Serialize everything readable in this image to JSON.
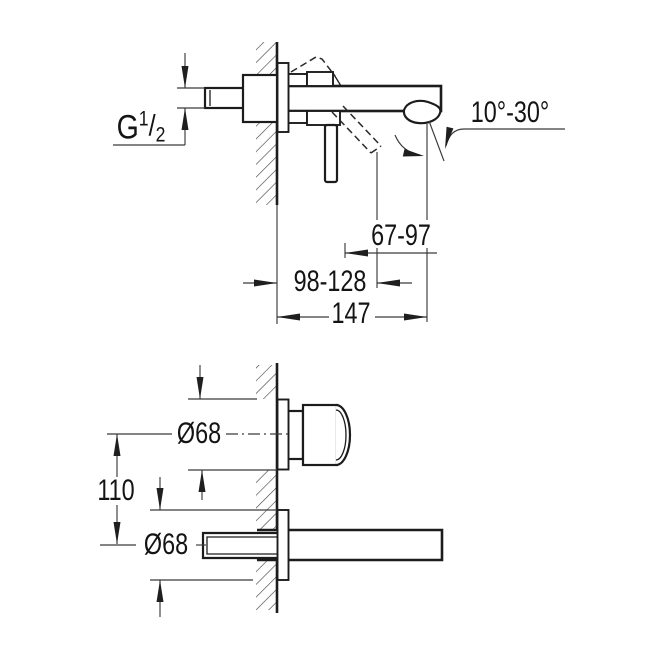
{
  "labels": {
    "thread": {
      "prefix": "G",
      "sup": "1",
      "slash": "/",
      "sub": "2"
    },
    "angle_range": "10°-30°",
    "spout_min_max": "67-97",
    "depth_min_max": "98-128",
    "total_length": "147",
    "handle_diameter": "Ø68",
    "vertical_distance": "110",
    "spout_diameter": "Ø68"
  },
  "colors": {
    "outline": "#1c1c1c",
    "dimension_lines": "#3a3a3a",
    "background": "#ffffff"
  }
}
